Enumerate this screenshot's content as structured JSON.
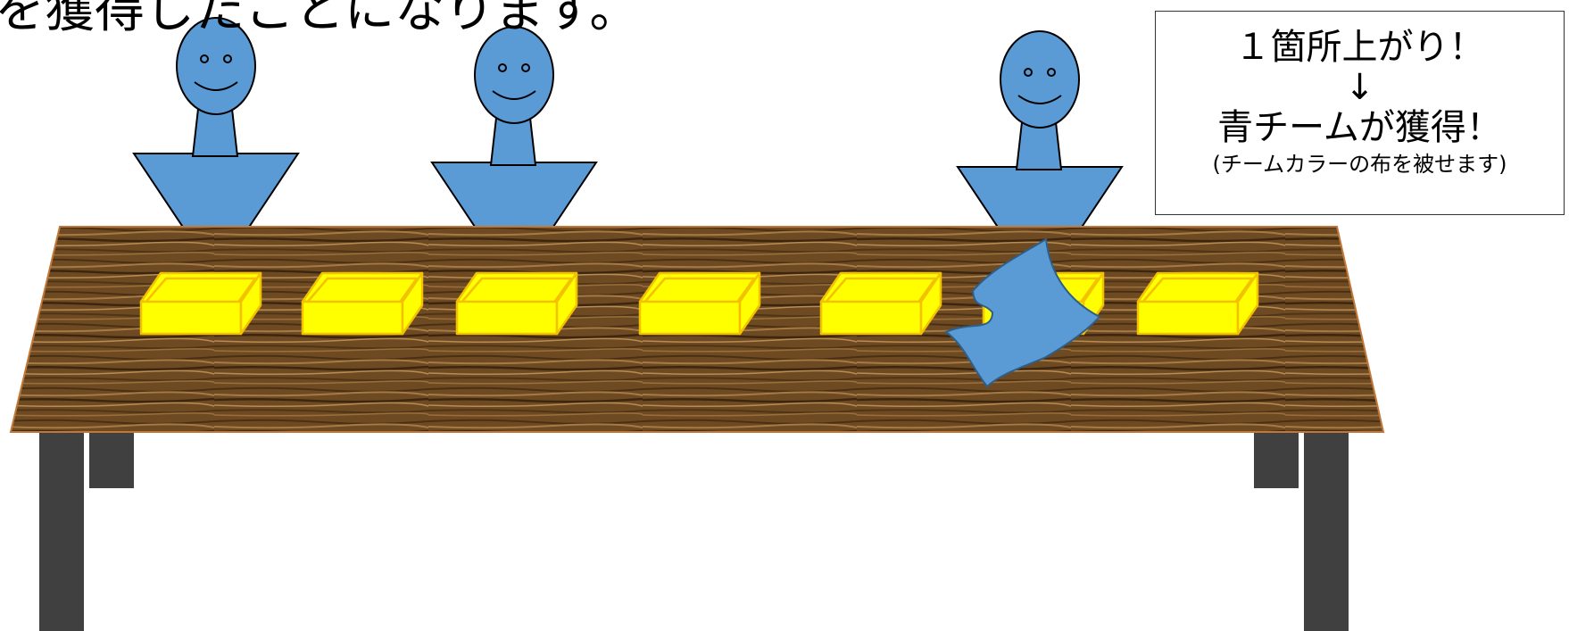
{
  "header": {
    "partial_title": "を獲得したことになります。"
  },
  "callout": {
    "line1": "１箇所上がり！",
    "arrow": "↓",
    "line2": "青チームが獲得！",
    "line3": "(チームカラーの布を被せます)"
  },
  "colors": {
    "player_blue": "#5b9bd5",
    "box_yellow": "#ffff00",
    "box_border": "#f2c200",
    "wood_base": "#6e4a22",
    "table_leg": "#404040"
  },
  "scene": {
    "players": [
      {
        "team": "blue",
        "icon": "person-icon"
      },
      {
        "team": "blue",
        "icon": "person-icon"
      },
      {
        "team": "blue",
        "icon": "person-icon"
      }
    ],
    "boxes": [
      {
        "covered": false
      },
      {
        "covered": false
      },
      {
        "covered": false
      },
      {
        "covered": false
      },
      {
        "covered": false
      },
      {
        "covered": true,
        "cover_color": "blue"
      },
      {
        "covered": false
      }
    ]
  }
}
